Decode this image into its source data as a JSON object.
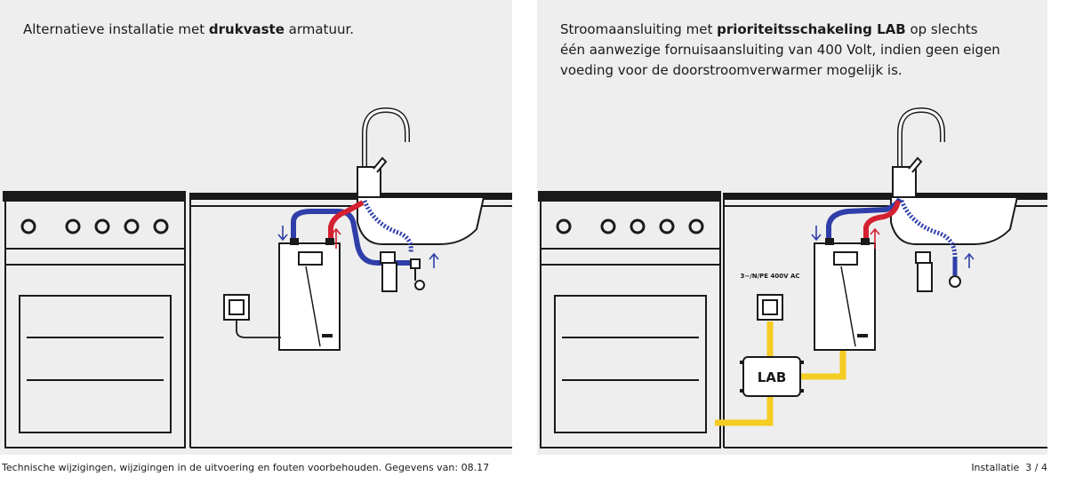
{
  "left_panel": {
    "caption_pre": "Alternatieve installatie met ",
    "caption_bold": "drukvaste",
    "caption_post": " armatuur."
  },
  "right_panel": {
    "caption_pre": "Stroomaansluiting met ",
    "caption_bold": "prioriteitsschakeling LAB",
    "caption_post": " op slechts één aanwezige fornuisaansluiting van 400 Volt, indien geen eigen voeding voor de doorstroomverwarmer mogelijk is.",
    "supply_label": "3~/N/PE 400V AC",
    "lab_label": "LAB"
  },
  "footer": {
    "left": "Technische wijzigingen, wijzigingen in de uitvoering en fouten voorbehouden. Gegevens van: 08.17",
    "right": "Installatie  3 / 4"
  },
  "colors": {
    "cold_water": "#2f3ea8",
    "hot_water": "#d42030",
    "power_cable": "#f4cc22",
    "outline": "#1a1a1a",
    "background": "#eeeeee"
  }
}
